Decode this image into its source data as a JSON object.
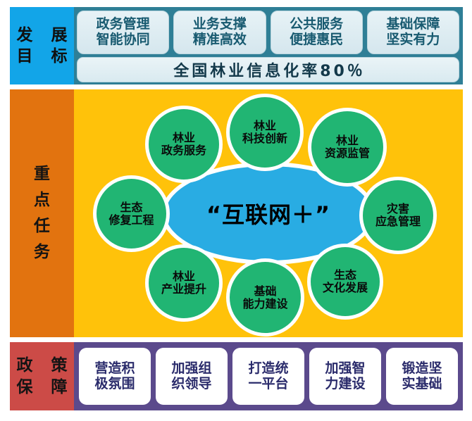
{
  "sections": {
    "goals": {
      "label_lines": [
        "发 展",
        "目 标"
      ],
      "bg_color": "#12a5e8",
      "boxes": [
        {
          "line1": "政务管理",
          "line2": "智能协同"
        },
        {
          "line1": "业务支撑",
          "line2": "精准高效"
        },
        {
          "line1": "公共服务",
          "line2": "便捷惠民"
        },
        {
          "line1": "基础保障",
          "line2": "坚实有力"
        }
      ],
      "banner": "全国林业信息化率80％"
    },
    "tasks": {
      "label_chars": [
        "重",
        "点",
        "任",
        "务"
      ],
      "bg_color": "#ffc20a",
      "label_bg_color": "#e2730f",
      "hub": {
        "text": "“互联网＋”",
        "color": "#29ace3"
      },
      "node_color": "#21b573",
      "nodes": [
        {
          "line1": "林业",
          "line2": "政务服务"
        },
        {
          "line1": "林业",
          "line2": "科技创新"
        },
        {
          "line1": "林业",
          "line2": "资源监管"
        },
        {
          "line1": "灾害",
          "line2": "应急管理"
        },
        {
          "line1": "生态",
          "line2": "文化发展"
        },
        {
          "line1": "基础",
          "line2": "能力建设"
        },
        {
          "line1": "林业",
          "line2": "产业提升"
        },
        {
          "line1": "生态",
          "line2": "修复工程"
        }
      ]
    },
    "policy": {
      "label_lines": [
        "政 策",
        "保 障"
      ],
      "label_bg_color": "#cc4b47",
      "bg_color": "#5b4a8c",
      "boxes": [
        {
          "line1": "营造积",
          "line2": "极氛围"
        },
        {
          "line1": "加强组",
          "line2": "织领导"
        },
        {
          "line1": "打造统",
          "line2": "一平台"
        },
        {
          "line1": "加强智",
          "line2": "力建设"
        },
        {
          "line1": "锻造坚",
          "line2": "实基础"
        }
      ]
    }
  }
}
